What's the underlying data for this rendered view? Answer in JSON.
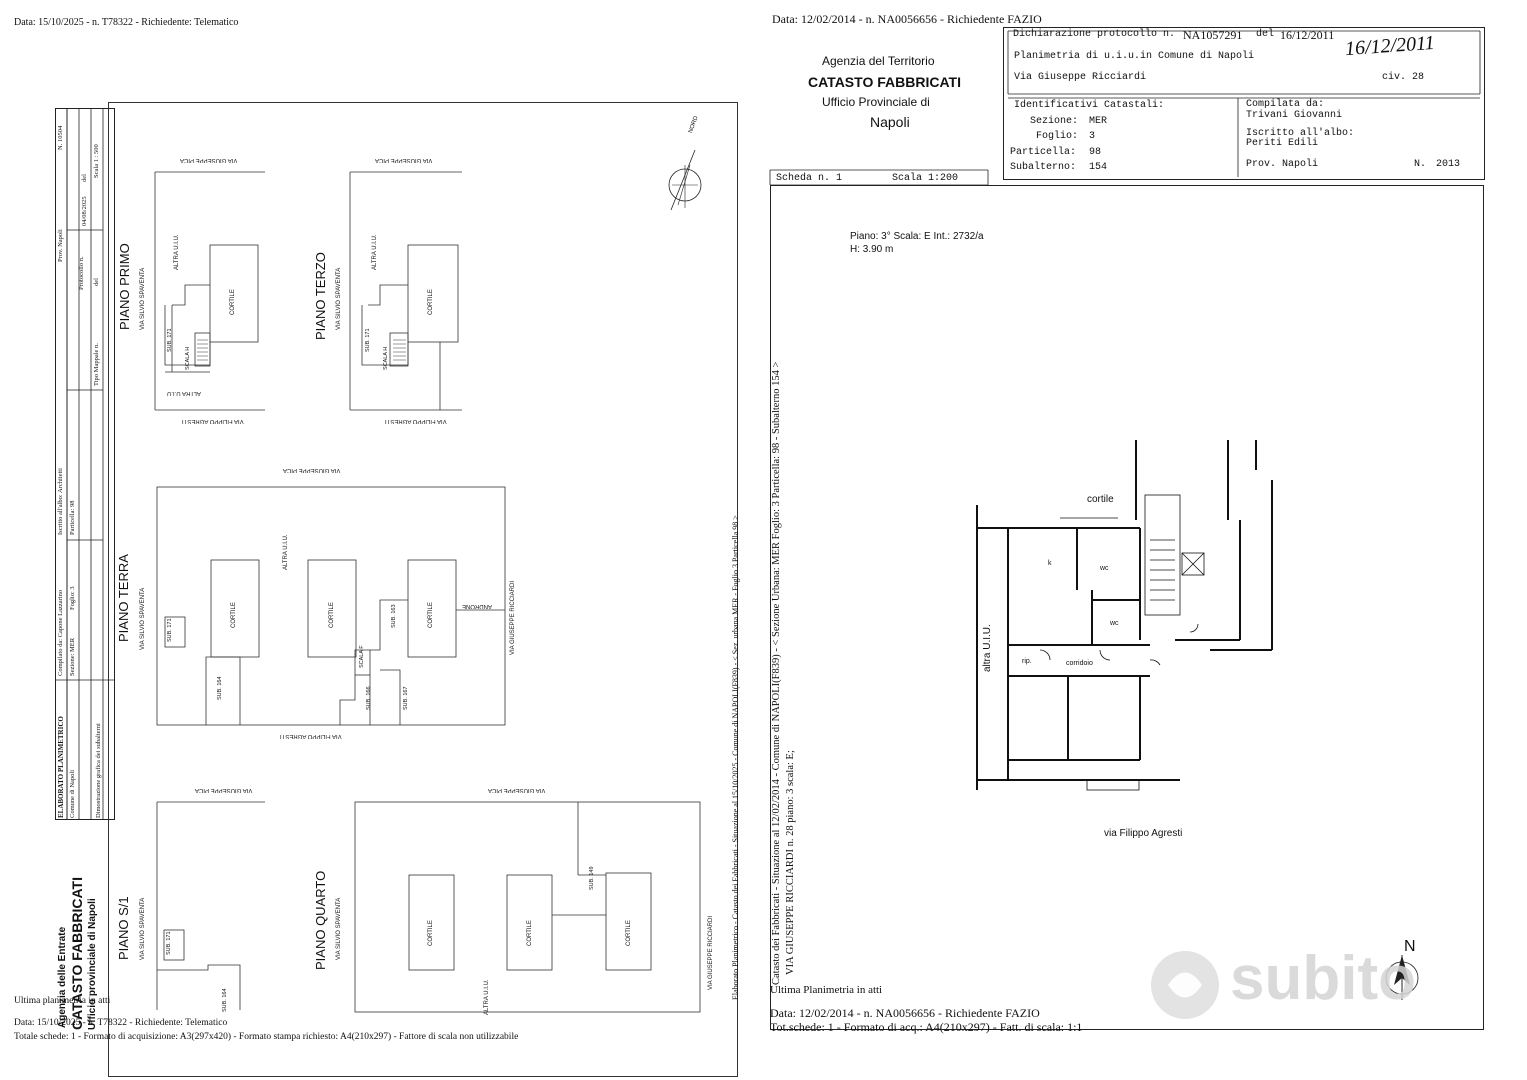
{
  "left": {
    "header": "Data: 15/10/2025 - n. T78322 - Richiedente: Telematico",
    "side_block": {
      "title": "ELABORATO PLANIMETRICO",
      "comune": "Comune di Napoli",
      "dimostrazione": "Dimostrazione grafica dei subalterni",
      "compilato": "Compilato da: Capone Lazzarino",
      "sezione": "Sezione: MER",
      "foglio": "Foglio: 3",
      "iscritto": "Iscritto all'albo: Architetti",
      "particella": "Particella: 98",
      "tipo_mappale": "Tipo Mappale n.",
      "del": "del",
      "prov": "Prov. Napoli",
      "protocollo": "Protocollo n.",
      "protocollo_date": "04/08/2025",
      "del2": "del",
      "numero": "N. 10504",
      "scala": "Scala 1 : 500"
    },
    "agency": {
      "line1": "Agenzia delle Entrate",
      "line2": "CATASTO FABBRICATI",
      "line3": "Ufficio provinciale di Napoli"
    },
    "floors": {
      "piano_primo": "PIANO PRIMO",
      "piano_terzo": "PIANO TERZO",
      "piano_terra": "PIANO TERRA",
      "piano_s1": "PIANO S/1",
      "piano_quarto": "PIANO QUARTO"
    },
    "labels": {
      "via_pica": "VIA GIUSEPPE PICA",
      "via_agresti": "VIA FILIPPO AGRESTI",
      "via_spaventa": "VIA SILVIO SPAVENTA",
      "via_ricciardi": "VIA GIUSEPPE RICCIARDI",
      "altra_uiu": "ALTRA U.I.U.",
      "altra_uiu2": "ALTRA U.I.U",
      "cortile": "CORTILE",
      "scala_h": "SCALA H",
      "scala_f": "SCALA F",
      "sub171": "SUB. 171",
      "sub164": "SUB. 164",
      "sub163": "SUB. 163",
      "sub166": "SUB. 166",
      "sub167": "SUB. 167",
      "sub149": "SUB. 149",
      "androne": "ANDRONE",
      "nord": "NORD"
    },
    "vertical_side": "Elaborato Planimetrico - Catasto dei Fabbricati - Situazione al 15/10/2025 - Comune di NAPOLI(F839) - < Sez. urbana MER - Foglio 3 Particella 98 >",
    "footer": {
      "ultima": "Ultima planimetria in atti",
      "data": "Data: 15/10/2025 - n. T78322 - Richiedente: Telematico",
      "totale": "Totale schede: 1 - Formato di acquisizione: A3(297x420) - Formato stampa richiesto: A4(210x297) - Fattore di scala non utilizzabile"
    }
  },
  "right": {
    "header": "Data: 12/02/2014 - n. NA0056656 - Richiedente FAZIO",
    "agency": {
      "line1": "Agenzia del Territorio",
      "line2": "CATASTO FABBRICATI",
      "line3": "Ufficio Provinciale di",
      "line4": "Napoli"
    },
    "form": {
      "dichiarazione_label": "Dichiarazione protocollo n.",
      "dichiarazione_value": "NA1057291",
      "del_label": "del",
      "del_value": "16/12/2011",
      "handwritten_date": "16/12/2011",
      "planimetria": "Planimetria di u.i.u.in Comune di Napoli",
      "via": "Via Giuseppe Ricciardi",
      "civ": "civ. 28",
      "identificativi": "Identificativi Catastali:",
      "sezione_label": "Sezione:",
      "sezione_value": "MER",
      "foglio_label": "Foglio:",
      "foglio_value": "3",
      "particella_label": "Particella:",
      "particella_value": "98",
      "subalterno_label": "Subalterno:",
      "subalterno_value": "154",
      "compilata_label": "Compilata da:",
      "compilata_value": "Trivani Giovanni",
      "iscritto_label": "Iscritto all'albo:",
      "iscritto_value": "Periti Edili",
      "prov": "Prov. Napoli",
      "n_label": "N.",
      "n_value": "2013",
      "scheda": "Scheda n. 1",
      "scala": "Scala 1:200"
    },
    "plan": {
      "piano_info": "Piano: 3° Scala: E Int.: 2732/a",
      "h": "H: 3.90 m",
      "cortile": "cortile",
      "altra_uiu": "altra U.I.U.",
      "k": "k",
      "wc1": "wc",
      "wc2": "wc",
      "rip": "rip.",
      "corridoio": "corridoio",
      "via_agresti": "via Filippo Agresti",
      "north": "N"
    },
    "vertical_side": "Catasto dei Fabbricati - Situazione al 12/02/2014 - Comune di NAPOLI(F839) - < Sezione Urbana: MER Foglio: 3 Particella: 98 - Subalterno 154 >",
    "vertical_side2": "VIA GIUSEPPE RICCIARDI n. 28 piano: 3 scala: E;",
    "footer": {
      "ultima": "Ultima Planimetria in atti",
      "data": "Data: 12/02/2014 - n. NA0056656 - Richiedente FAZIO",
      "tot": "Tot.schede: 1 - Formato di acq.: A4(210x297) - Fatt. di scala: 1:1"
    }
  },
  "watermark": "subito"
}
